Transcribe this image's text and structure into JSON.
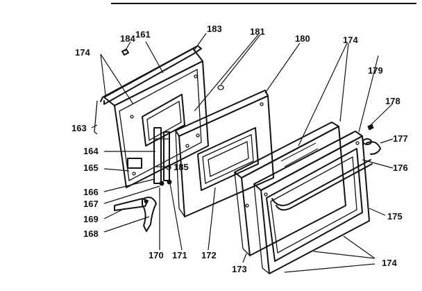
{
  "labels": {
    "l184": "184",
    "l161": "161",
    "l183": "183",
    "l181": "181",
    "l180": "180",
    "l174a": "174",
    "l174b": "174",
    "l179": "179",
    "l178": "178",
    "l177": "177",
    "l176": "176",
    "l163": "163",
    "l164": "164",
    "l165": "165",
    "l185": "185",
    "l166": "166",
    "l167": "167",
    "l169": "169",
    "l168": "168",
    "l170": "170",
    "l171": "171",
    "l172": "172",
    "l173": "173",
    "l175": "175",
    "l174c": "174"
  },
  "colors": {
    "ink": "#111111",
    "paper": "#ffffff"
  }
}
